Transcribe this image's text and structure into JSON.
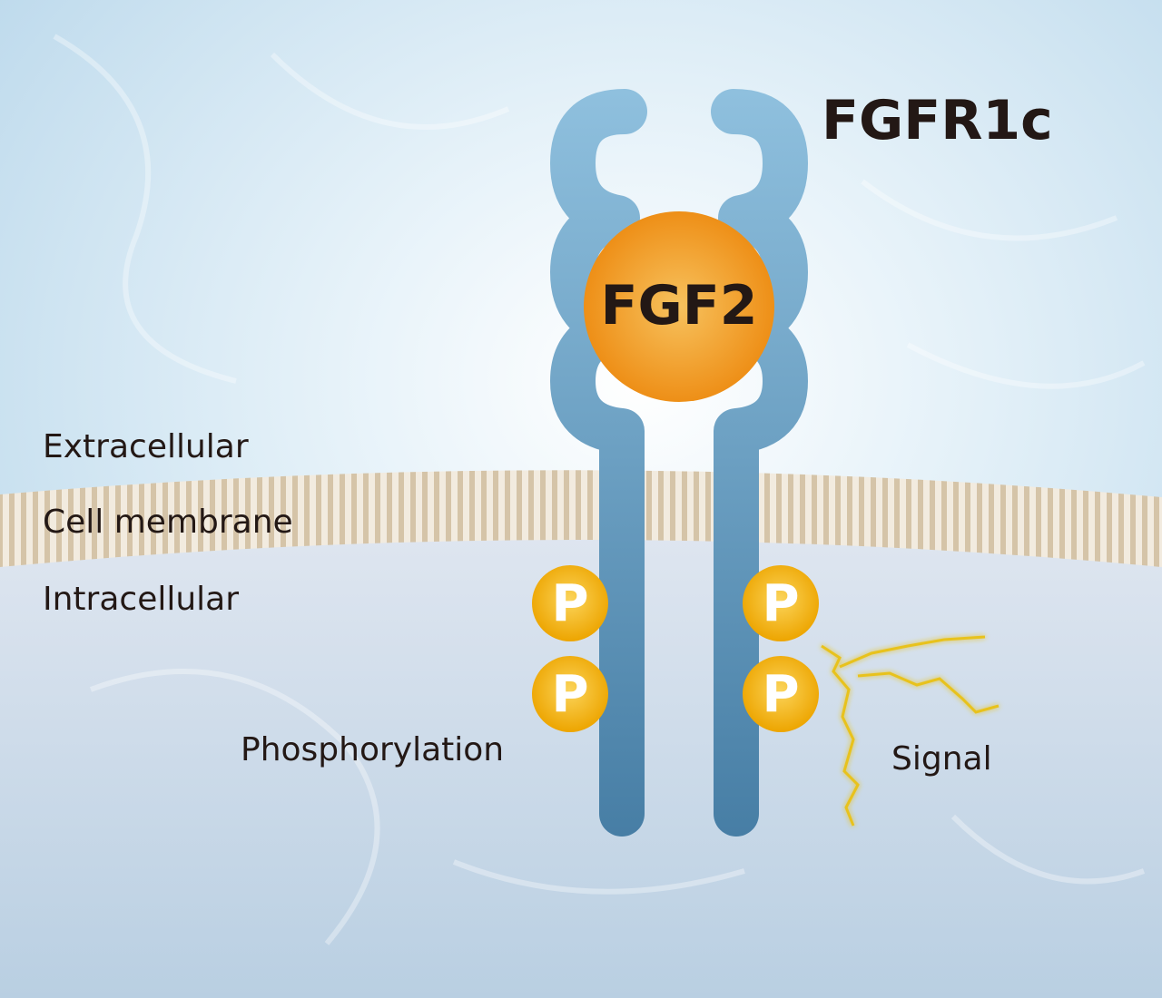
{
  "title": "FGFR1c",
  "ligand": "FGF2",
  "labels": {
    "extracellular": "Extracellular",
    "membrane": "Cell membrane",
    "intracellular": "Intracellular",
    "phosphorylation": "Phosphorylation",
    "signal": "Signal"
  },
  "phospho_symbol": "P",
  "colors": {
    "receptor_top": "#8fc0de",
    "receptor_bottom": "#477ea5",
    "ligand": "#f0961e",
    "phospho": "#f0b400",
    "signal": "#e8c21e",
    "membrane": "#d5c4a8"
  }
}
